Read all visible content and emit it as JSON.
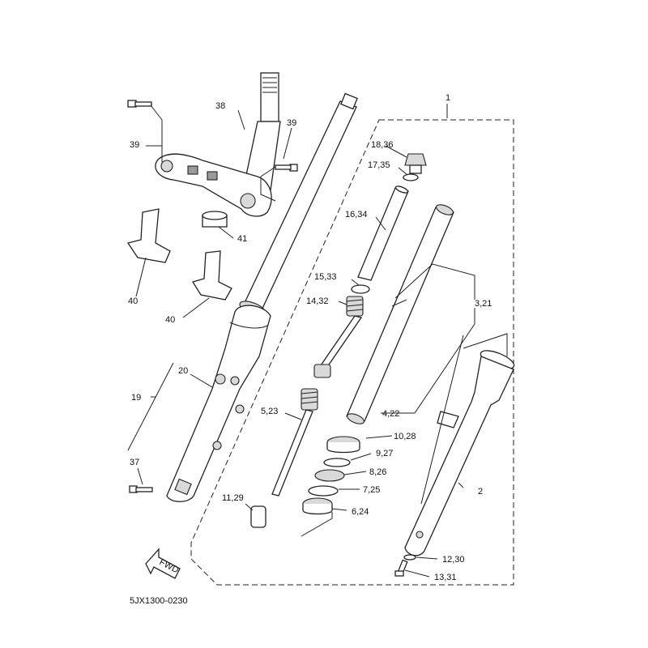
{
  "diagram_code": "5JX1300-0230",
  "fwd_label": "FWD",
  "callouts": {
    "c1": "1",
    "c2": "2",
    "c3_21": "3,21",
    "c4_22": "4,22",
    "c5_23": "5,23",
    "c6_24": "6,24",
    "c7_25": "7,25",
    "c8_26": "8,26",
    "c9_27": "9,27",
    "c10_28": "10,28",
    "c11_29": "11,29",
    "c12_30": "12,30",
    "c13_31": "13,31",
    "c14_32": "14,32",
    "c15_33": "15,33",
    "c16_34": "16,34",
    "c17_35": "17,35",
    "c18_36": "18,36",
    "c19": "19",
    "c20": "20",
    "c37": "37",
    "c38": "38",
    "c39a": "39",
    "c39b": "39",
    "c40a": "40",
    "c40b": "40",
    "c41": "41"
  }
}
